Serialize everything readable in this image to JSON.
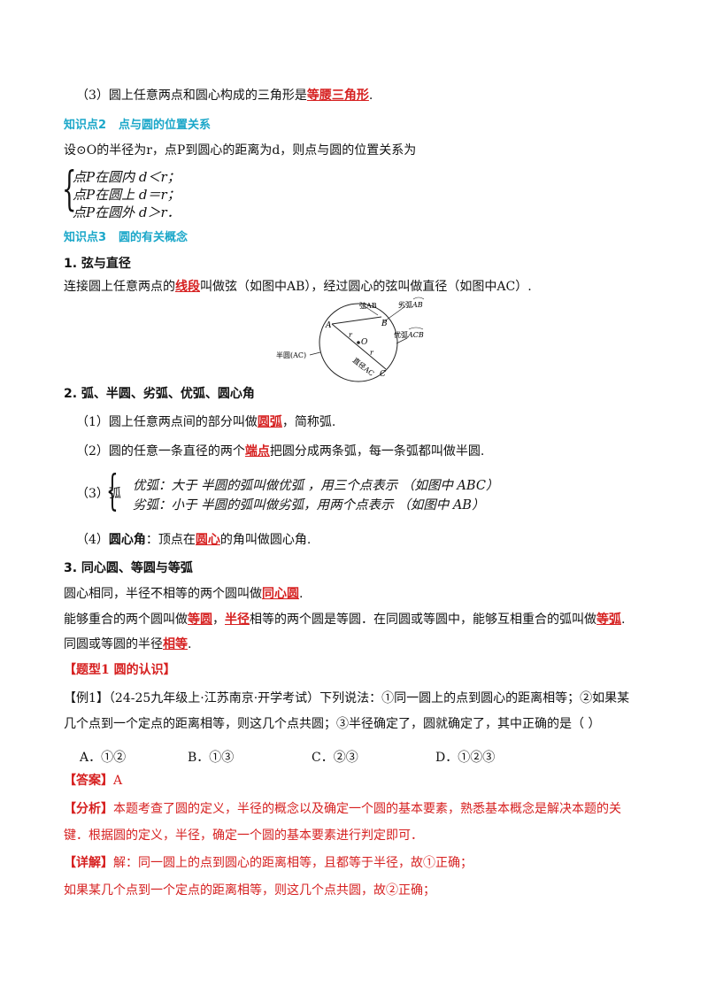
{
  "l1": {
    "pre": "（3）圆上任意两点和圆心构成的三角形是",
    "ans": "等腰三角形",
    "post": "."
  },
  "kp2": {
    "num": "知识点2",
    "title": "点与圆的位置关系"
  },
  "kp2_desc": "设⊙O的半径为r，点P到圆心的距离为d，则点与圆的位置关系为",
  "system": [
    "点P在圆内    d＜r；",
    "点P在圆上    d＝r；",
    "点P在圆外    d＞r．"
  ],
  "kp3": {
    "num": "知识点3",
    "title": "圆的有关概念"
  },
  "h1": "1. 弦与直径",
  "chord_line": {
    "pre": "连接圆上任意两点的",
    "ans": "线段",
    "post": "叫做弦（如图中AB），经过圆心的弦叫做直径（如图中AC）."
  },
  "diagram": {
    "A": "A",
    "B": "B",
    "C": "C",
    "O": "O",
    "r1": "r",
    "r2": "r",
    "chord": "弦AB",
    "minor": "劣弧",
    "minor_sym": "AB",
    "major": "优弧",
    "major_sym": "ACB",
    "semi": "半圆(AC)",
    "diameter": "直径AC"
  },
  "h2": "2. 弧、半圆、劣弧、优弧、圆心角",
  "arc1": {
    "pre": "（1）圆上任意两点间的部分叫做",
    "ans": "圆弧",
    "post": "，简称弧."
  },
  "arc2": {
    "pre": "（2）圆的任意一条直径的两个",
    "ans": "端点",
    "post": "把圆分成两条弧，每一条弧都叫做半圆."
  },
  "arc3_label": "（3）弧",
  "arc3_lines": [
    "优弧：大于 半圆的弧叫做优弧 ，用三个点表示  （如图中 ABC）",
    "劣弧：小于 半圆的弧叫做劣弧，用两个点表示   （如图中 AB）"
  ],
  "arc4": {
    "pre": "（4）",
    "term": "圆心角",
    "mid": "：顶点在",
    "ans": "圆心",
    "post": "的角叫做圆心角."
  },
  "h3": "3. 同心圆、等圆与等弧",
  "c1": {
    "pre": "圆心相同，半径不相等的两个圆叫做",
    "ans": "同心圆",
    "post": "."
  },
  "c2": {
    "pre": "能够重合的两个圆叫做",
    "ans1": "等圆",
    "mid1": "，",
    "ans2": "半径",
    "mid2": "相等的两个圆是等圆．在同圆或等圆中，能够互相重合的弧叫做",
    "ans3": "等弧",
    "post": "."
  },
  "c3": {
    "pre": "同圆或等圆的半径",
    "ans": "相等",
    "post": "."
  },
  "type1": "【题型1   圆的认识】",
  "ex1_a": "【例1】（24-25九年级上·江苏南京·开学考试）下列说法：①同一圆上的点到圆心的距离相等；②如果某",
  "ex1_b": "几个点到一个定点的距离相等，则这几个点共圆；③半径确定了，圆就确定了，其中正确的是（     ）",
  "options": [
    "A．①②",
    "B．①③",
    "C．②③",
    "D．①②③"
  ],
  "answer": {
    "tag": "【答案】",
    "val": "A"
  },
  "analysis": {
    "tag": "【分析】",
    "text1": "本题考查了圆的定义，半径的概念以及确定一个圆的基本要素，熟悉基本概念是解决本题的关",
    "text2": "键．根据圆的定义，半径，确定一个圆的基本要素进行判定即可．"
  },
  "detail": {
    "tag": "【详解】",
    "text1": "解：同一圆上的点到圆心的距离相等，且都等于半径，故①正确；",
    "text2": "如果某几个点到一个定点的距离相等，则这几个点共圆，故②正确；"
  }
}
